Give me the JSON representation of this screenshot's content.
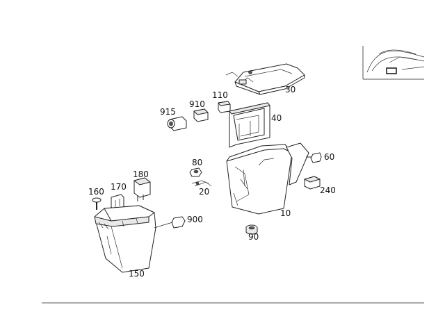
{
  "callouts": [
    {
      "id": "30",
      "text": "30"
    },
    {
      "id": "110",
      "text": "110"
    },
    {
      "id": "910",
      "text": "910"
    },
    {
      "id": "915",
      "text": "915"
    },
    {
      "id": "40",
      "text": "40"
    },
    {
      "id": "80",
      "text": "80"
    },
    {
      "id": "20",
      "text": "20"
    },
    {
      "id": "180",
      "text": "180"
    },
    {
      "id": "170",
      "text": "170"
    },
    {
      "id": "160",
      "text": "160"
    },
    {
      "id": "900",
      "text": "900"
    },
    {
      "id": "150",
      "text": "150"
    },
    {
      "id": "60",
      "text": "60"
    },
    {
      "id": "240",
      "text": "240"
    },
    {
      "id": "10",
      "text": "10"
    },
    {
      "id": "90",
      "text": "90"
    }
  ],
  "colors": {
    "line": "#222222",
    "background": "#ffffff",
    "inset_marker": "#000000"
  },
  "icons": [
    "vehicle-location-inset-icon"
  ]
}
